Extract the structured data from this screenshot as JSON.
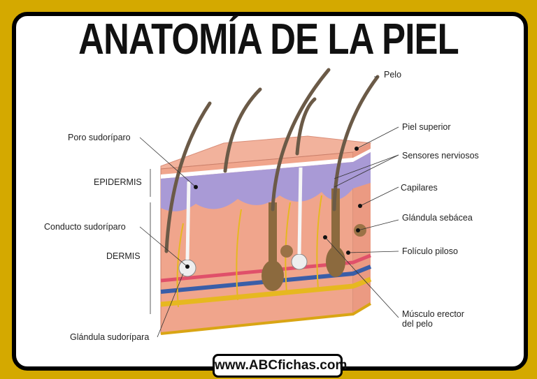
{
  "title": "ANATOMÍA DE LA PIEL",
  "labels": {
    "poro": "Poro sudoríparo",
    "epidermis": "EPIDERMIS",
    "conducto": "Conducto sudoríparo",
    "dermis": "DERMIS",
    "glandula_sudoripara": "Glándula sudorípara",
    "pelo": "Pelo",
    "piel_superior": "Piel superior",
    "sensores": "Sensores nerviosos",
    "capilares": "Capilares",
    "glandula_sebacea": "Glándula sebácea",
    "foliculo": "Folículo piloso",
    "musculo_1": "Músculo erector",
    "musculo_2": "del pelo"
  },
  "footer": "www.ABCfichas.com",
  "colors": {
    "frame": "#d4a900",
    "skin": "#f0a58c",
    "epidermis": "#a99ad6",
    "hair": "#6b5a47"
  }
}
